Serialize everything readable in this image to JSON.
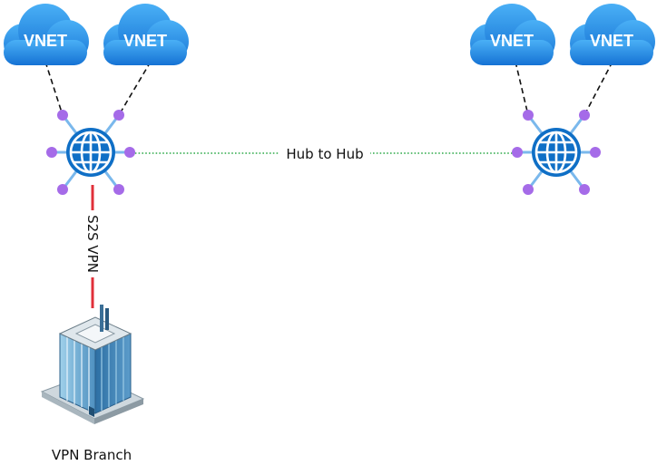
{
  "clouds": [
    {
      "id": "vnet-1",
      "label": "VNET"
    },
    {
      "id": "vnet-2",
      "label": "VNET"
    },
    {
      "id": "vnet-3",
      "label": "VNET"
    },
    {
      "id": "vnet-4",
      "label": "VNET"
    }
  ],
  "connections": {
    "hub_link_label": "Hub to Hub",
    "vpn_link_label": "S2S VPN"
  },
  "branch": {
    "label": "VPN Branch"
  },
  "colors": {
    "cloud_blue": "#1f8ee8",
    "hub_globe": "#0f6fc6",
    "spoke": "#7ab8ec",
    "node": "#a56be8",
    "hub_link": "#2eaa4a",
    "vpn_link": "#e0303a"
  }
}
